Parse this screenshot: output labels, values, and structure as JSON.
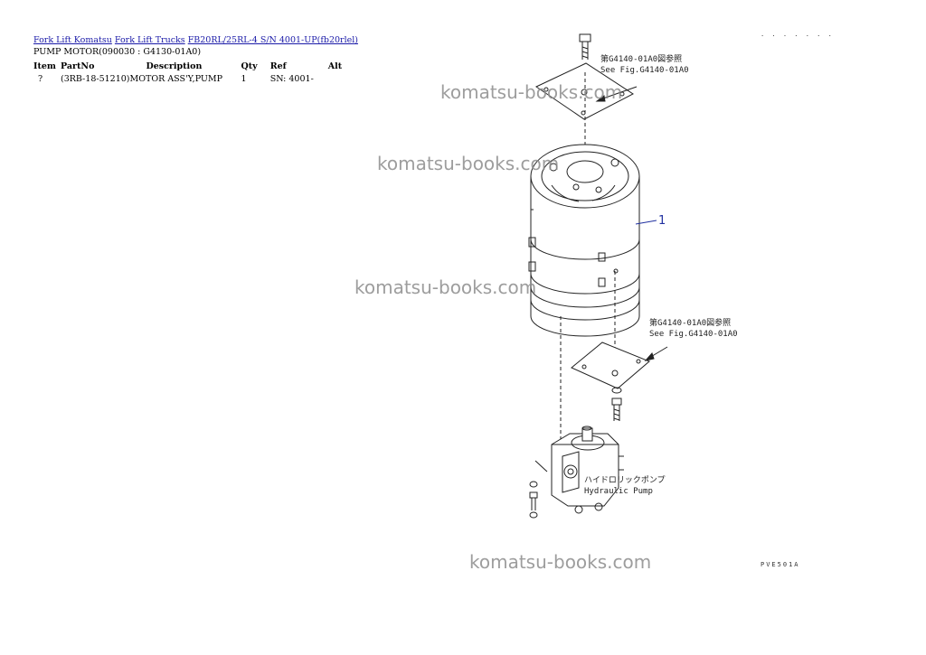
{
  "breadcrumb": {
    "links": [
      "Fork Lift Komatsu",
      "Fork Lift Trucks",
      "FB20RL/25RL-4 S/N 4001-UP(fb20rlel)"
    ]
  },
  "subtitle": "PUMP MOTOR(090030 : G4130-01A0)",
  "table": {
    "headers": [
      "Item",
      "PartNo",
      "Description",
      "Qty",
      "Ref",
      "Alt"
    ],
    "rows": [
      [
        "?",
        "(3RB-18-51210)",
        "MOTOR ASS'Y,PUMP",
        "1",
        "SN: 4001-",
        ""
      ]
    ]
  },
  "diagram": {
    "callout_item": "1",
    "note_top_jp": "第G4140-01A0図参照",
    "note_top_en": "See Fig.G4140-01A0",
    "note_mid_jp": "第G4140-01A0図参照",
    "note_mid_en": "See Fig.G4140-01A0",
    "pump_label_jp": "ハイドロリックポンプ",
    "pump_label_en": "Hydraulic Pump",
    "figure_code": "PVE501A",
    "corner_marks": ". . . . . . ."
  },
  "watermark": "komatsu-books.com",
  "colors": {
    "link": "#1a1aa8",
    "watermark": "#8c8c8c",
    "callout": "#2030a0"
  }
}
